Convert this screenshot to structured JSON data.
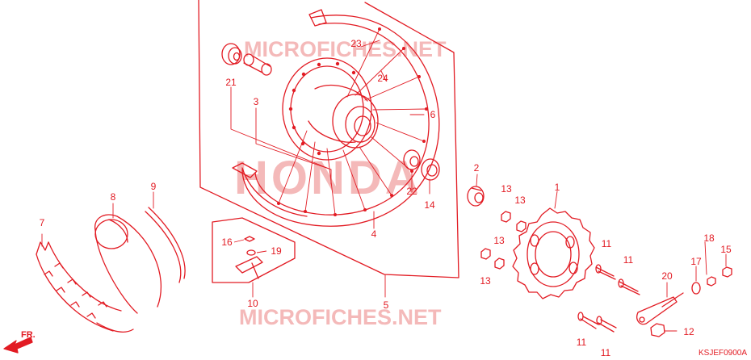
{
  "diagram": {
    "code": "KSJEF0900A",
    "front_label": "FR.",
    "watermarks": [
      "MICROFICHES.NET",
      "HONDA",
      "MICROFICHES.NET"
    ],
    "callouts": [
      "1",
      "2",
      "3",
      "4",
      "5",
      "6",
      "7",
      "8",
      "9",
      "10",
      "11",
      "12",
      "13",
      "14",
      "15",
      "16",
      "17",
      "18",
      "19",
      "20",
      "21",
      "22",
      "23",
      "24"
    ],
    "colors": {
      "line": "#e21b23",
      "watermark": "#f4b9b9",
      "background": "#ffffff"
    }
  }
}
